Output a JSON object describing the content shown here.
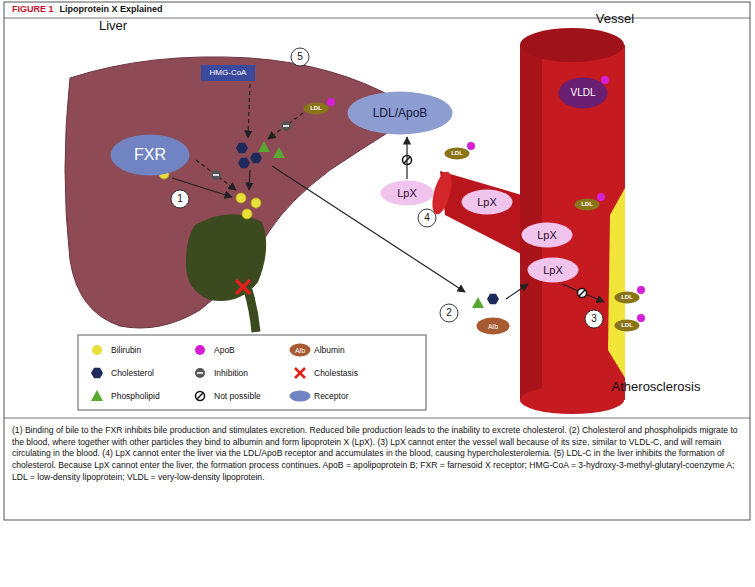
{
  "diagram": {
    "title": "Lipoprotein X Explained",
    "caption": "(1) Binding of bile to the FXR inhibits bile production and stimulates excretion. Reduced bile production leads to the inability to excrete cholesterol. (2) Cholesterol and phospholipids migrate to the blood, where together with other particles they bind to albumin and form lipoprotein X (LpX). (3) LpX cannot enter the vessel wall because of its size, similar to VLDL-C, and will remain circulating in the blood. (4) LpX cannot enter the liver via the LDL/ApoB receptor and accumulates in the blood, causing hypercholesterolemia. (5) LDL-C in the liver inhibits the formation of cholesterol. Because LpX cannot enter the liver, the formation process continues. ApoB = apolipoprotein B; FXR = farnesoid X receptor; HMG-CoA = 3-hydroxy-3-methyl-glutaryl-coenzyme A; LDL = low-density lipoprotein; VLDL = very-low-density lipoprotein.",
    "nodes": [
      {
        "text": [
          "HMG-CoA"
        ]
      },
      {
        "text": [
          "FXR"
        ]
      },
      {
        "text": [
          "LDL"
        ]
      },
      {
        "text": [
          "LDL/ApoB"
        ]
      },
      {
        "text": [
          "LDL"
        ]
      },
      {
        "text": [
          "VLDL"
        ]
      },
      {
        "text": [
          "LpX"
        ]
      },
      {
        "text": [
          "LpX"
        ]
      },
      {
        "text": [
          "LDL"
        ]
      },
      {
        "text": [
          "LpX"
        ]
      },
      {
        "text": [
          "LpX"
        ]
      },
      {
        "text": [
          "LDL"
        ]
      },
      {
        "text": [
          "LDL"
        ]
      },
      {
        "text": [
          "Alb"
        ]
      }
    ],
    "edges": [
      {
        "from": 6,
        "to": 3,
        "arrow": "to"
      }
    ],
    "labels": [
      "FIGURE 1",
      "Liver",
      "Vessel",
      "5",
      "1",
      "4",
      "2",
      "3",
      "Atherosclerosis",
      "Alb"
    ],
    "legend": [
      {
        "text": "Bilirubin",
        "color": "#e8e03a"
      },
      {
        "text": "ApoB",
        "color": "#d61ed6"
      },
      {
        "text": "Albumin"
      },
      {
        "text": "Cholesterol",
        "color": "#1f2a5c"
      },
      {
        "text": "Inhibition"
      },
      {
        "text": "Cholestasis"
      },
      {
        "text": "Phospholipid",
        "color": "#5aa832"
      },
      {
        "text": "Not possible"
      },
      {
        "text": "Receptor"
      }
    ]
  }
}
